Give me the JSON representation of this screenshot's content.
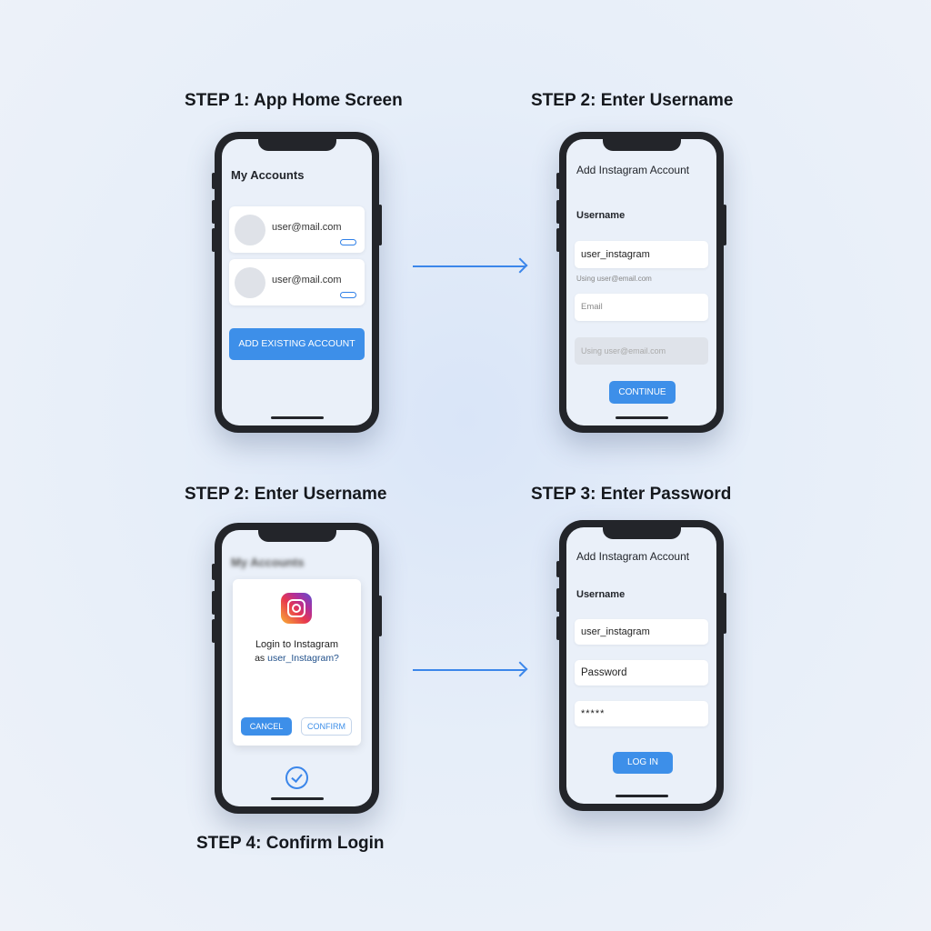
{
  "steps": {
    "s1": "STEP 1: App Home Screen",
    "s2a": "STEP 2: Enter Username",
    "s2b": "STEP 2: Enter Username",
    "s3": "STEP 3: Enter Password",
    "s4": "STEP 4: Confirm Login"
  },
  "home": {
    "title": "My Accounts",
    "accounts": [
      {
        "email": "user@mail.com"
      },
      {
        "email": "user@mail.com"
      }
    ],
    "add_button": "ADD EXISTING ACCOUNT"
  },
  "username_screen": {
    "title": "Add Instagram Account",
    "label": "Username",
    "username_value": "user_instagram",
    "hint": "Using user@email.com",
    "email_placeholder": "Email",
    "disabled_field": "Using user@email.com",
    "continue_button": "CONTINUE"
  },
  "confirm_screen": {
    "background_title": "My Accounts",
    "dialog_line1": "Login to Instagram",
    "dialog_prefix": "as ",
    "dialog_user": "user_Instagram?",
    "cancel_button": "CANCEL",
    "confirm_button": "CONFIRM"
  },
  "password_screen": {
    "title": "Add Instagram Account",
    "label": "Username",
    "username_value": "user_instagram",
    "password_label": "Password",
    "password_value": "*****",
    "login_button": "LOG IN"
  },
  "colors": {
    "accent": "#3d8fe9",
    "frame": "#23252a"
  }
}
